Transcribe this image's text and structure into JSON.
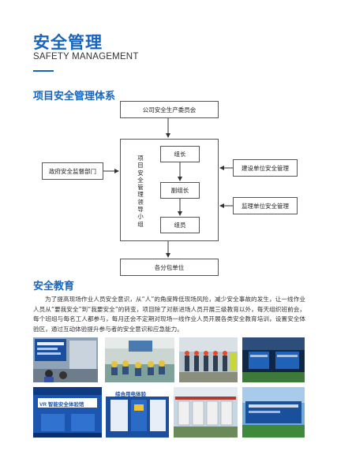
{
  "header": {
    "title": "安全管理",
    "subtitle": "SAFETY MANAGEMENT"
  },
  "org_chart": {
    "heading": "项目安全管理体系",
    "top": "公司安全生产委员会",
    "group": "项目安全管理领导小组",
    "leader": "组长",
    "deputy": "副组长",
    "member": "组员",
    "left": "政府安全监督部门",
    "right_top": "建设单位安全管理",
    "right_bottom": "监理单位安全管理",
    "bottom": "各分包单位"
  },
  "education": {
    "heading": "安全教育",
    "body": "为了提高现场作业人员安全意识，从“人”的角度降低现场风险，减少安全事故的发生，让一线作业人员从“要我安全”到“我要安全”的转变，项目除了对新进场人员开展三级教育以外，每天组织班前会，每个班组与每名工人都参与，每月还会不定期对现场一线作业人员开展各类安全教育培训，设置安全体验区，通过互动体验提升参与者的安全意识和应急能力。",
    "photo_sign_1": "VR 智能安全体验馆",
    "photo_sign_2": "综合用电体验"
  },
  "colors": {
    "accent": "#1565c0"
  }
}
